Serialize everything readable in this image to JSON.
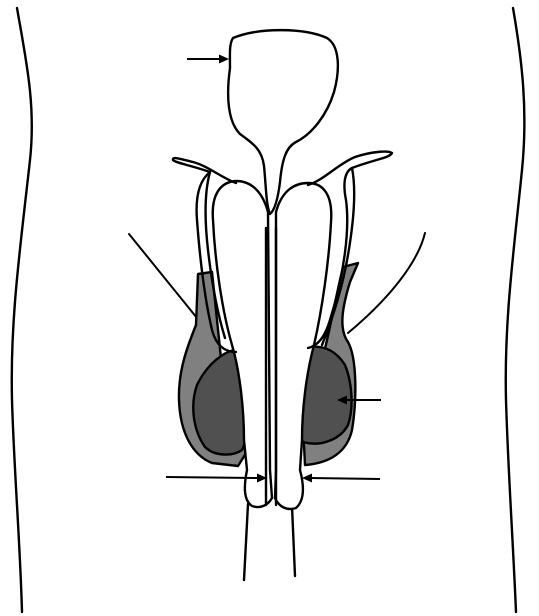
{
  "diagram": {
    "colors": {
      "background": "#ffffff",
      "stroke": "#000000",
      "epididymis_fill": "#808080",
      "testis_fill": "#505050",
      "organ_fill": "#ffffff"
    },
    "parts": [
      "body-outline",
      "bladder",
      "urethra",
      "seminal-vesicle-left",
      "seminal-vesicle-right",
      "vas-deferens-left",
      "vas-deferens-right",
      "epididymis-left",
      "epididymis-right",
      "testis-left",
      "testis-right",
      "penis"
    ],
    "pointer_count": 6
  }
}
